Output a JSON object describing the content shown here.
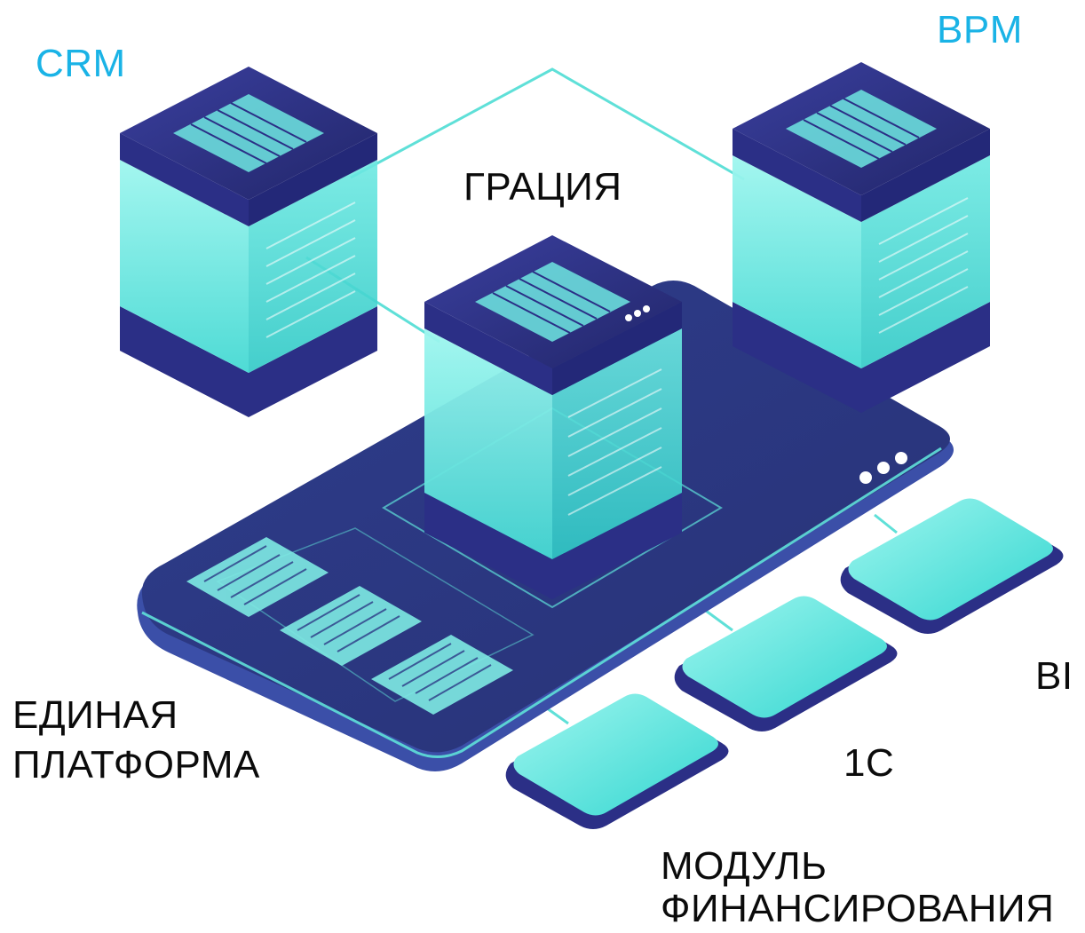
{
  "diagram": {
    "labels": {
      "crm": "CRM",
      "bpm": "BPM",
      "center": "ГРАЦИЯ",
      "platform_line1": "ЕДИНАЯ",
      "platform_line2": "ПЛАТФОРМА",
      "bi": "BI",
      "onec": "1С",
      "finance_line1": "МОДУЛЬ",
      "finance_line2": "ФИНАНСИРОВАНИЯ"
    },
    "colors": {
      "accent_label": "#1ab3e6",
      "text": "#0b0b0b",
      "cube_dark": "#2b2f86",
      "cube_top": "#23286e",
      "glass": "#5ee6e0",
      "glass_light": "#9ff6ef",
      "connector": "#5fe0d8",
      "platform": "#2d3a86"
    },
    "icons": [
      "server-cube-crm",
      "server-cube-bpm",
      "server-cube-center",
      "module-chip-bi",
      "module-chip-1c",
      "module-chip-finance",
      "platform-board"
    ]
  }
}
